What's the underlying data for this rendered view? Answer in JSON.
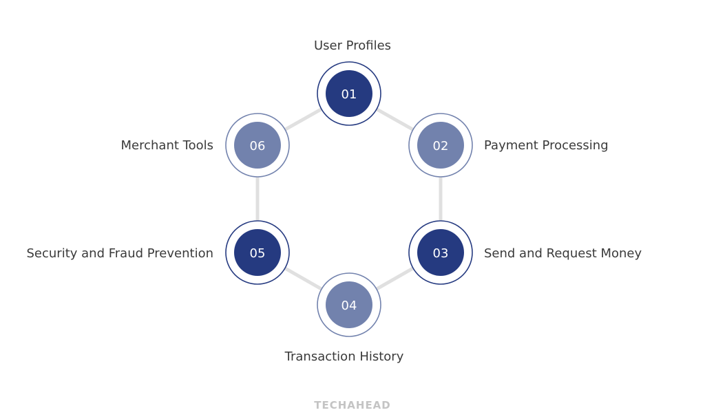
{
  "colors": {
    "dark": "#253a80",
    "light": "#7282ad",
    "connector": "#e0e0e0"
  },
  "nodes": [
    {
      "number": "01",
      "label": "User Profiles",
      "tone": "dark"
    },
    {
      "number": "02",
      "label": "Payment Processing",
      "tone": "light"
    },
    {
      "number": "03",
      "label": "Send and Request Money",
      "tone": "dark"
    },
    {
      "number": "04",
      "label": "Transaction History",
      "tone": "light"
    },
    {
      "number": "05",
      "label": "Security and Fraud Prevention",
      "tone": "dark"
    },
    {
      "number": "06",
      "label": "Merchant Tools",
      "tone": "light"
    }
  ],
  "brand": "TECHAHEAD"
}
